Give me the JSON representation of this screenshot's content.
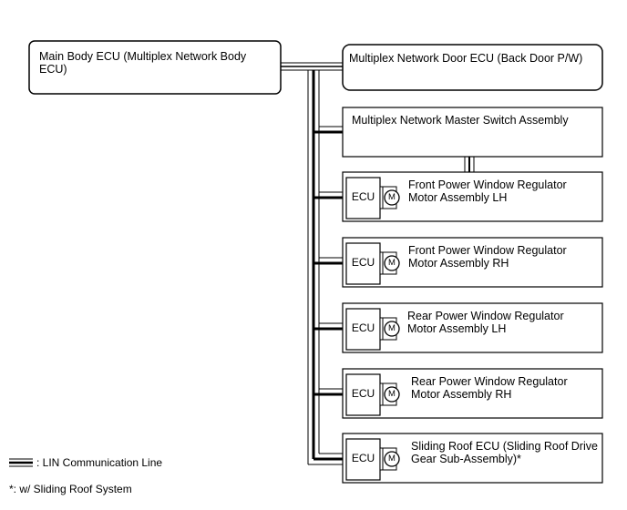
{
  "main_ecu": {
    "label": "Main Body ECU (Multiplex Network Body ECU)"
  },
  "door_ecu": {
    "label": "Multiplex Network Door ECU (Back Door P/W)"
  },
  "master_switch": {
    "label": "Multiplex Network Master Switch Assembly"
  },
  "motor_units": [
    {
      "label": "Front Power Window Regulator Motor Assembly LH",
      "ecu": "ECU",
      "motor": "M"
    },
    {
      "label": "Front Power Window Regulator Motor Assembly RH",
      "ecu": "ECU",
      "motor": "M"
    },
    {
      "label": "Rear Power Window Regulator Motor Assembly LH",
      "ecu": "ECU",
      "motor": "M"
    },
    {
      "label": "Rear Power Window Regulator Motor Assembly RH",
      "ecu": "ECU",
      "motor": "M"
    },
    {
      "label": "Sliding Roof ECU (Sliding Roof Drive Gear Sub-Assembly)*",
      "ecu": "ECU",
      "motor": "M"
    }
  ],
  "legend": {
    "lin_line": ": LIN Communication Line",
    "footnote": "*: w/ Sliding Roof System"
  }
}
